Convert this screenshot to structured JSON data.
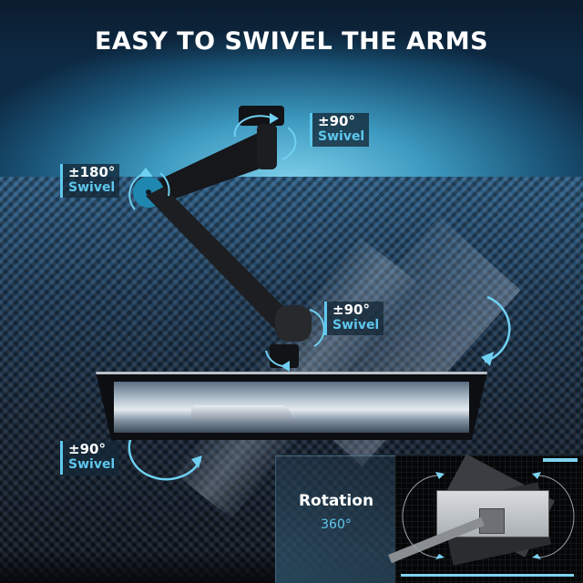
{
  "headline": "EASY TO SWIVEL THE ARMS",
  "labels": {
    "ceiling_mount": {
      "degrees": "±90°",
      "word": "Swivel"
    },
    "arm_joint": {
      "degrees": "±180°",
      "word": "Swivel"
    },
    "monitor_joint": {
      "degrees": "±90°",
      "word": "Swivel"
    },
    "monitor_tilt": {
      "degrees": "±90°",
      "word": "Swivel"
    }
  },
  "rotation": {
    "title": "Rotation",
    "value": "360°"
  },
  "colors": {
    "accent": "#5ec8ee",
    "ceiling": "#3d9ac0",
    "wall": "#1e3c5a",
    "text": "#ffffff"
  }
}
